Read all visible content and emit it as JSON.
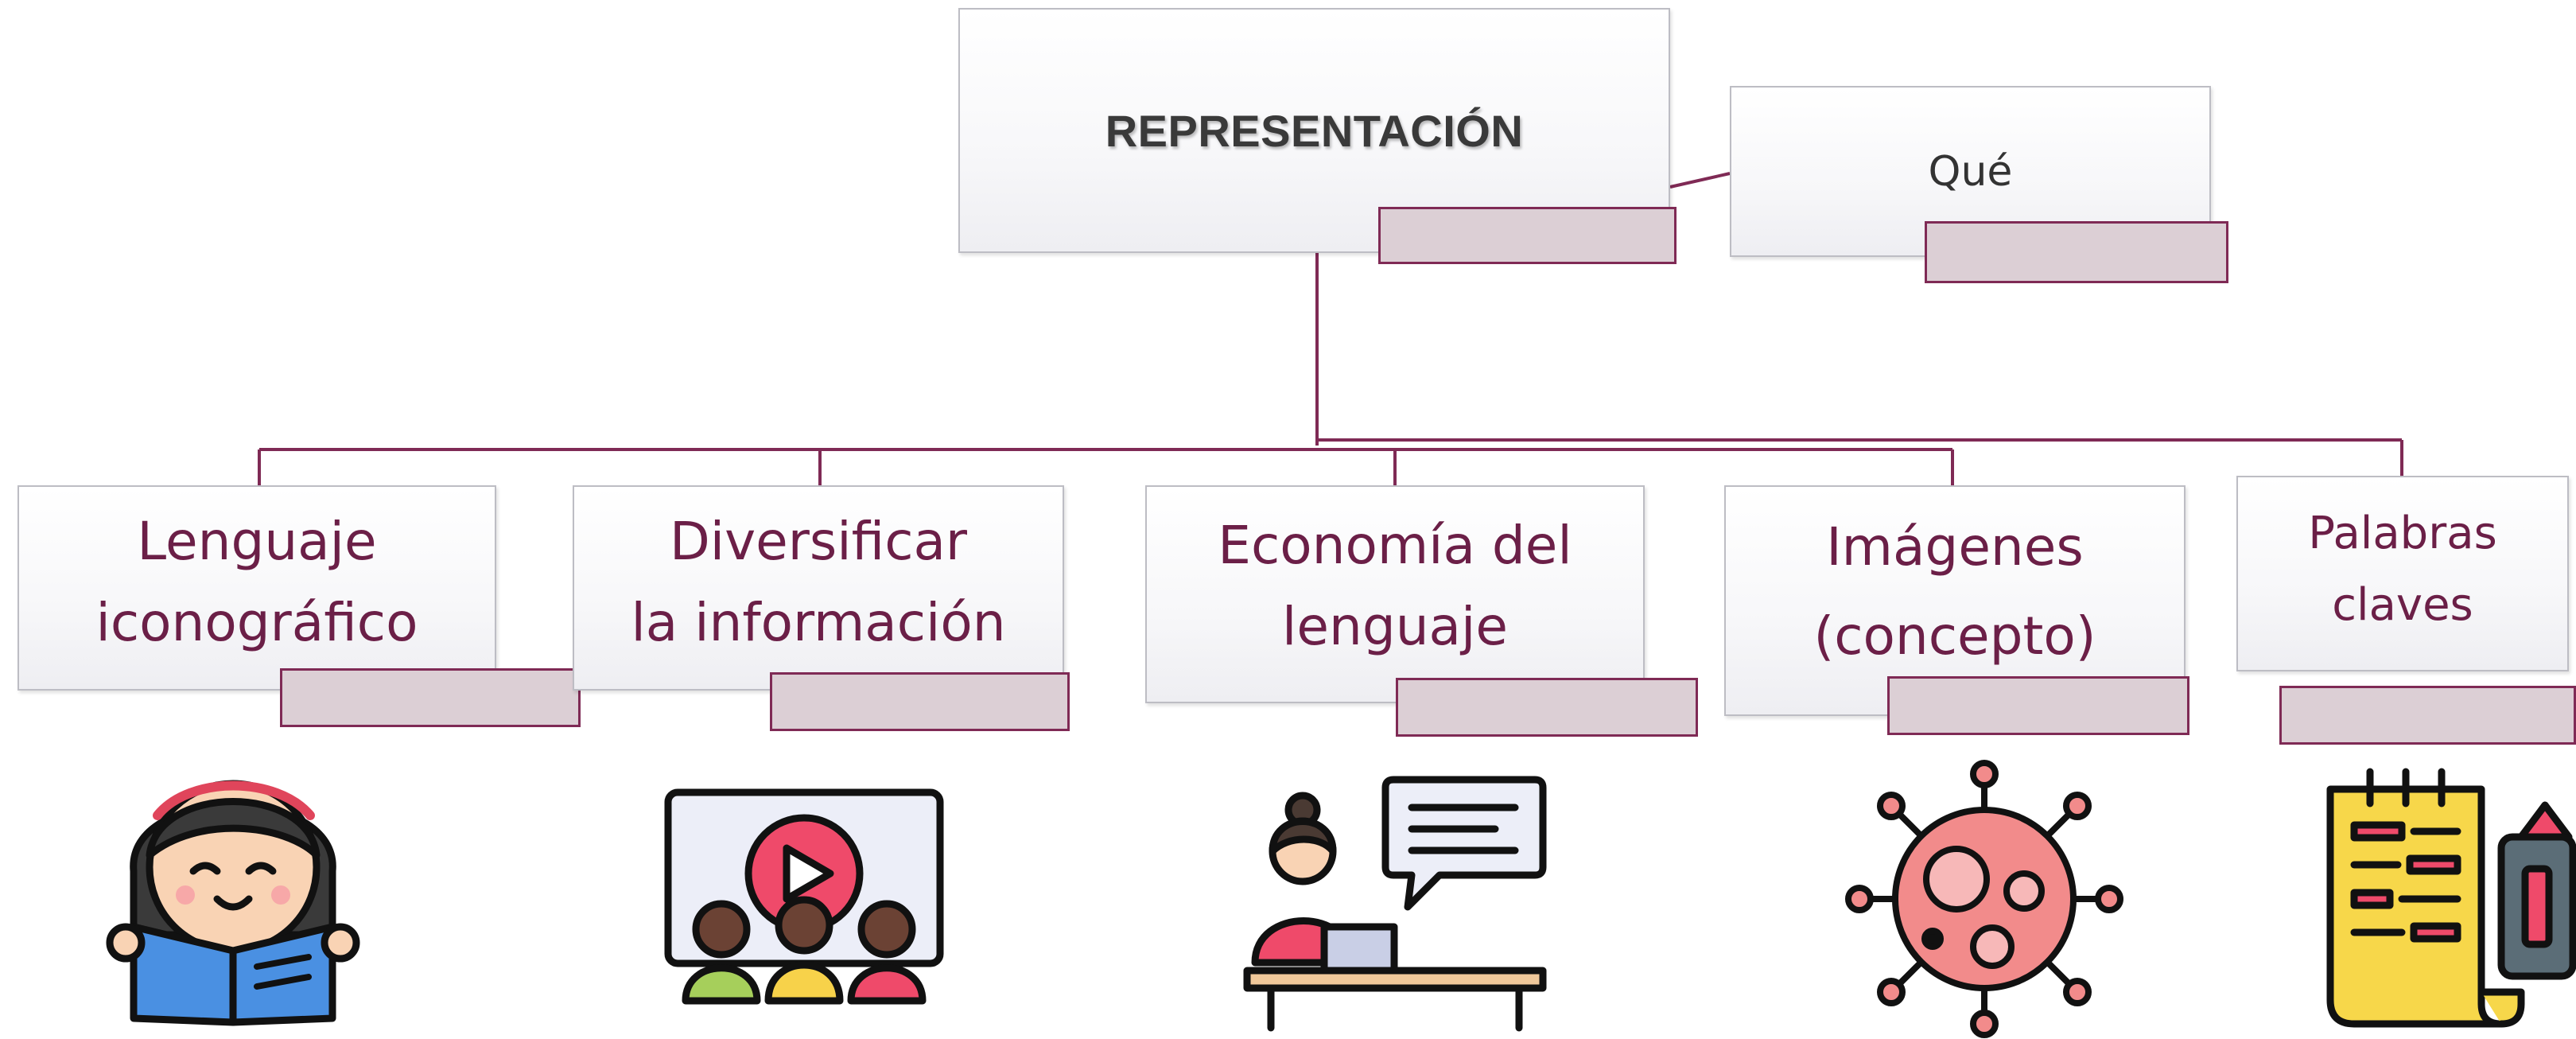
{
  "root": {
    "title": "REPRESENTACIÓN"
  },
  "side": {
    "label": "Qué"
  },
  "children": [
    {
      "line1": "Lenguaje",
      "line2": "iconográfico",
      "icon": "child-reading-book-icon"
    },
    {
      "line1": "Diversificar",
      "line2": "la información",
      "icon": "video-presentation-audience-icon"
    },
    {
      "line1": "Economía del",
      "line2": "lenguaje",
      "icon": "person-laptop-speech-bubble-icon"
    },
    {
      "line1": "Imágenes",
      "line2": "(concepto)",
      "icon": "virus-icon"
    },
    {
      "line1": "Palabras",
      "line2": "claves",
      "icon": "notepad-highlighter-icon"
    }
  ],
  "colors": {
    "connector": "#7f2a55",
    "tag_fill": "#dccfd5",
    "child_text": "#6b1f47"
  }
}
